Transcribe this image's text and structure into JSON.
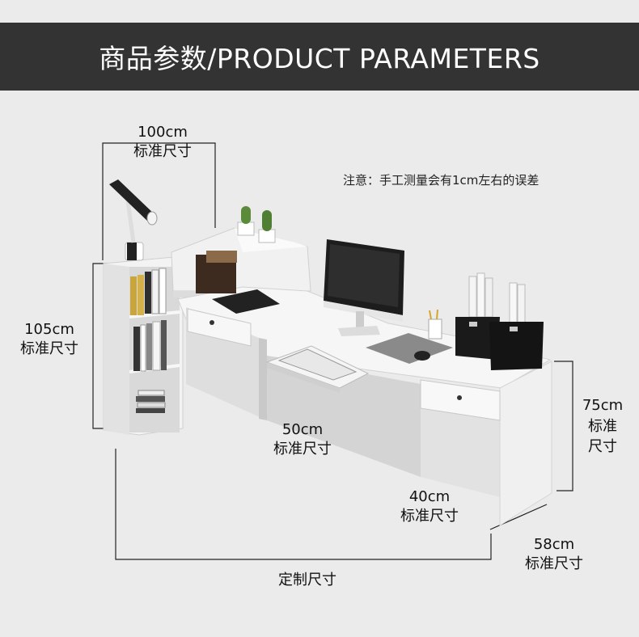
{
  "header": {
    "title": "商品参数/PRODUCT PARAMETERS",
    "background": "#333333"
  },
  "note": "注意：手工测量会有1cm左右的误差",
  "dimensions": {
    "top_width": {
      "value": "100cm",
      "label": "标准尺寸"
    },
    "cabinet_height": {
      "value": "105cm",
      "label": "标准尺寸"
    },
    "keyboard_tray": {
      "value": "50cm",
      "label": "标准尺寸"
    },
    "desk_height": {
      "value": "75cm",
      "label": "标准尺寸"
    },
    "drawer_width": {
      "value": "40cm",
      "label": "标准尺寸"
    },
    "depth": {
      "value": "58cm",
      "label": "标准尺寸"
    },
    "total_length": {
      "label": "定制尺寸"
    }
  }
}
